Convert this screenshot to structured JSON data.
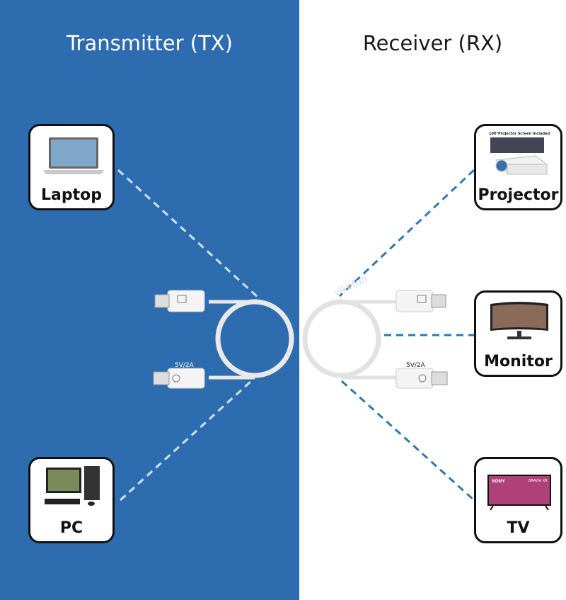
{
  "colors": {
    "tx_background": "#2e6cb0",
    "tx_dash": "#cfe4f5",
    "rx_dash": "#2a78b4",
    "cable": "#f2f2f2"
  },
  "transmitter": {
    "title": "Transmitter (TX)",
    "devices": [
      {
        "label": "Laptop",
        "icon": "laptop-icon"
      },
      {
        "label": "PC",
        "icon": "desktop-pc-icon"
      }
    ]
  },
  "receiver": {
    "title": "Receiver (RX)",
    "devices": [
      {
        "label": "Projector",
        "icon": "projector-icon"
      },
      {
        "label": "Monitor",
        "icon": "monitor-icon"
      },
      {
        "label": "TV",
        "icon": "tv-icon"
      }
    ]
  },
  "cable": {
    "power_label_tx": "5V/2A",
    "power_label_rx": "5V/2A"
  },
  "projector_screen_caption": "100\"Projector Screen Included",
  "tv_brand": "SONY",
  "tv_model": "BRAVIA XR",
  "watermark": "vikefon"
}
